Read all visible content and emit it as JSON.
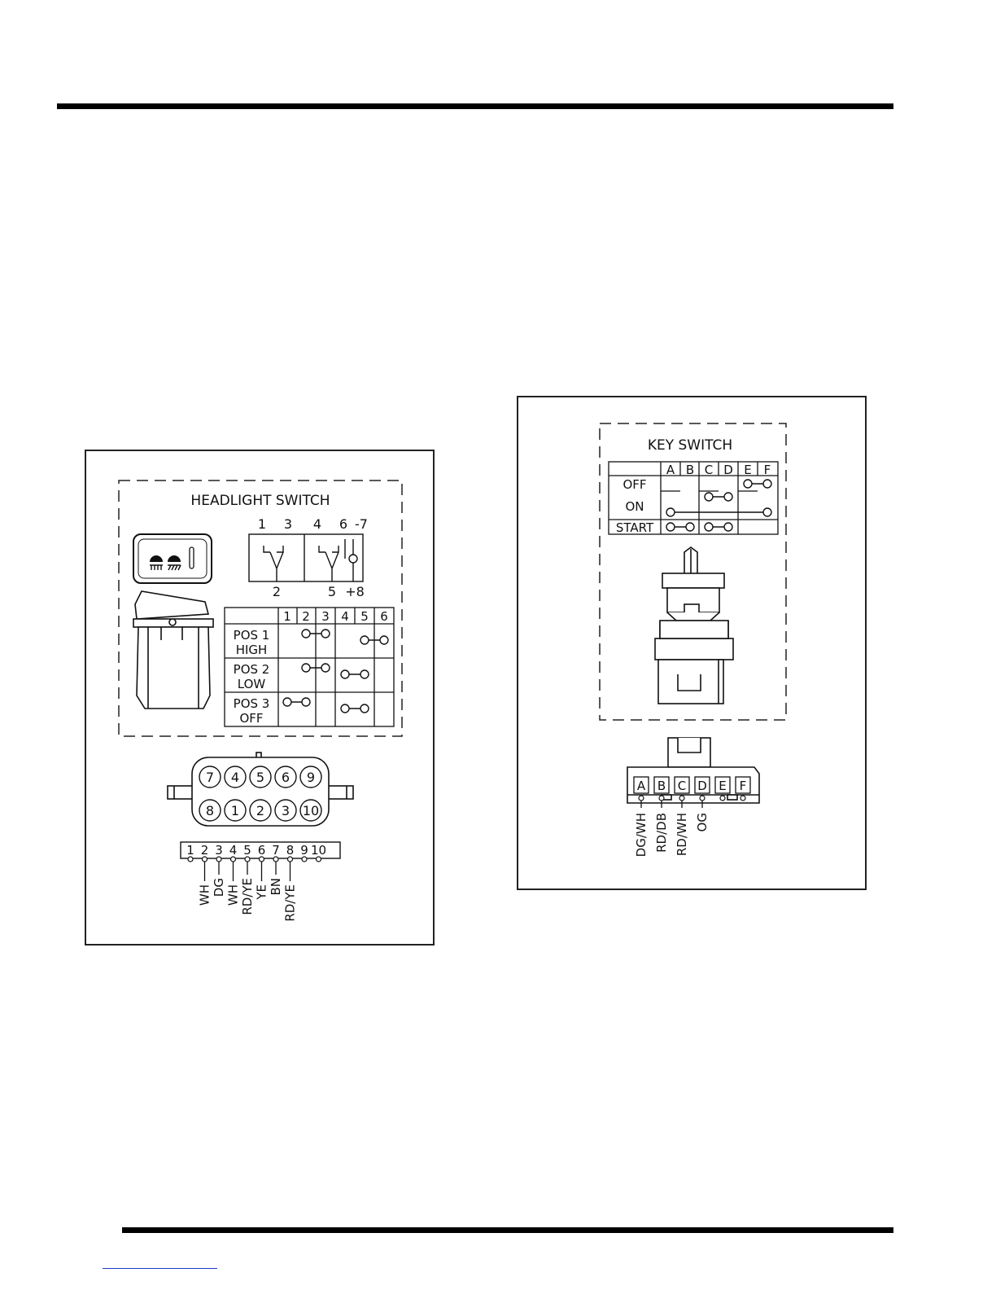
{
  "headlight_switch": {
    "title": "HEADLIGHT SWITCH",
    "terminal_top": [
      "1",
      "3",
      "4",
      "6",
      "-7"
    ],
    "terminal_bottom": [
      "2",
      "5",
      "+8"
    ],
    "table": {
      "columns": [
        "1",
        "2",
        "3",
        "4",
        "5",
        "6"
      ],
      "rows": [
        {
          "label_line1": "POS 1",
          "label_line2": "HIGH",
          "links": [
            [
              2,
              3
            ],
            [
              5,
              6
            ]
          ]
        },
        {
          "label_line1": "POS 2",
          "label_line2": "LOW",
          "links": [
            [
              2,
              3
            ],
            [
              4,
              5
            ]
          ]
        },
        {
          "label_line1": "POS 3",
          "label_line2": "OFF",
          "links": [
            [
              1,
              2
            ],
            [
              4,
              5
            ]
          ]
        }
      ]
    },
    "connector_pins_top": [
      "7",
      "4",
      "5",
      "6",
      "9"
    ],
    "connector_pins_bottom": [
      "8",
      "1",
      "2",
      "3",
      "10"
    ],
    "pin_strip": [
      "1",
      "2",
      "3",
      "4",
      "5",
      "6",
      "7",
      "8",
      "9",
      "10"
    ],
    "wires": [
      {
        "pin": 2,
        "color": "WH"
      },
      {
        "pin": 3,
        "color": "DG"
      },
      {
        "pin": 4,
        "color": "WH"
      },
      {
        "pin": 5,
        "color": "RD/YE"
      },
      {
        "pin": 6,
        "color": "YE"
      },
      {
        "pin": 7,
        "color": "BN"
      },
      {
        "pin": 8,
        "color": "RD/YE"
      }
    ]
  },
  "key_switch": {
    "title": "KEY SWITCH",
    "table": {
      "columns": [
        "A",
        "B",
        "C",
        "D",
        "E",
        "F"
      ],
      "rows": [
        {
          "label": "OFF",
          "links": [
            [
              "E",
              "F"
            ]
          ]
        },
        {
          "label": "ON",
          "links": [
            [
              "C",
              "D"
            ],
            [
              "A",
              "F"
            ]
          ]
        },
        {
          "label": "START",
          "links": [
            [
              "A",
              "B"
            ],
            [
              "C",
              "D"
            ]
          ]
        }
      ]
    },
    "connector_pins": [
      "A",
      "B",
      "C",
      "D",
      "E",
      "F"
    ],
    "wires": [
      {
        "pin": "A",
        "color": "DG/WH"
      },
      {
        "pin": "B",
        "color": "RD/DB"
      },
      {
        "pin": "C",
        "color": "RD/WH"
      },
      {
        "pin": "D",
        "color": "OG"
      }
    ]
  }
}
